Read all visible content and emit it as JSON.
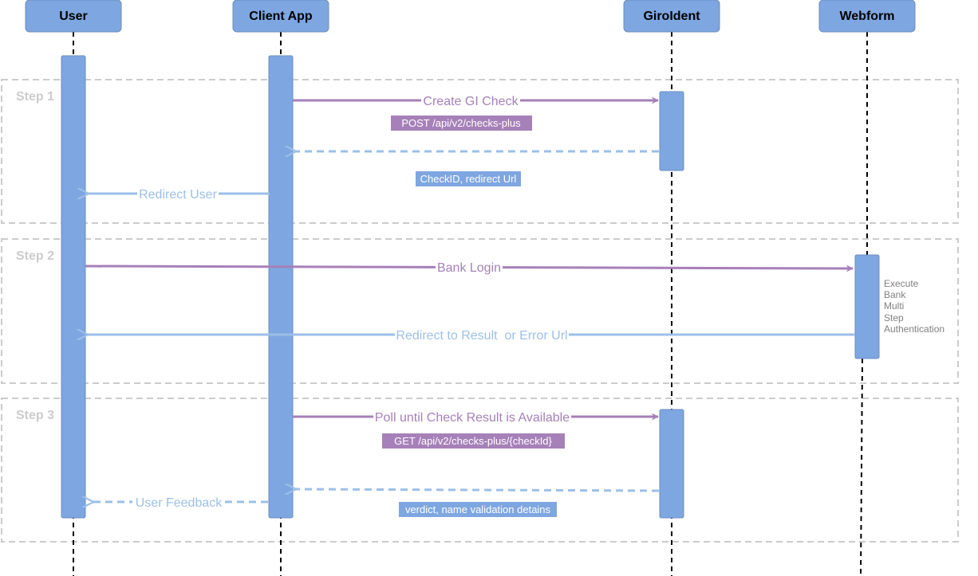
{
  "participants": [
    {
      "id": "user",
      "label": "User"
    },
    {
      "id": "client",
      "label": "Client App"
    },
    {
      "id": "giroident",
      "label": "GiroIdent"
    },
    {
      "id": "webform",
      "label": "Webform"
    }
  ],
  "steps": [
    {
      "label": "Step 1"
    },
    {
      "label": "Step 2"
    },
    {
      "label": "Step 3"
    }
  ],
  "messages": [
    {
      "label": "Create GI Check",
      "from": "client",
      "to": "giroident",
      "style": "solid",
      "kind": "request"
    },
    {
      "label": "",
      "from": "giroident",
      "to": "client",
      "style": "dashed",
      "kind": "response"
    },
    {
      "label": "Redirect User",
      "from": "client",
      "to": "user",
      "style": "solid",
      "kind": "response"
    },
    {
      "label": "Bank Login",
      "from": "user",
      "to": "webform",
      "style": "solid",
      "kind": "request"
    },
    {
      "label": "Redirect to Result  or Error Url",
      "from": "webform",
      "to": "user",
      "style": "solid",
      "kind": "response"
    },
    {
      "label": "Poll until Check Result is Available",
      "from": "client",
      "to": "giroident",
      "style": "solid",
      "kind": "request"
    },
    {
      "label": "",
      "from": "giroident",
      "to": "client",
      "style": "dashed",
      "kind": "response"
    },
    {
      "label": "User Feedback",
      "from": "client",
      "to": "user",
      "style": "dashed",
      "kind": "response"
    }
  ],
  "tags": [
    {
      "label": "POST /api/v2/checks-plus",
      "kind": "request"
    },
    {
      "label": "CheckID, redirect Url",
      "kind": "response"
    },
    {
      "label": "GET /api/v2/checks-plus/{checkId}",
      "kind": "request"
    },
    {
      "label": "verdict, name validation detains",
      "kind": "response"
    }
  ],
  "note": {
    "lines": [
      "Execute",
      "Bank",
      "Multi",
      "Step",
      "Authentication"
    ]
  },
  "colors": {
    "participant_fill": "#7ea6e0",
    "participant_stroke": "#6c8ebf",
    "participant_text": "#000000",
    "request": "#a680b8",
    "response": "#9dbfe8",
    "response_tag": "#7ea6e0",
    "step_border": "#cccccc",
    "step_text": "#cccccc",
    "note_text": "#808080",
    "lifeline": "#000000"
  }
}
